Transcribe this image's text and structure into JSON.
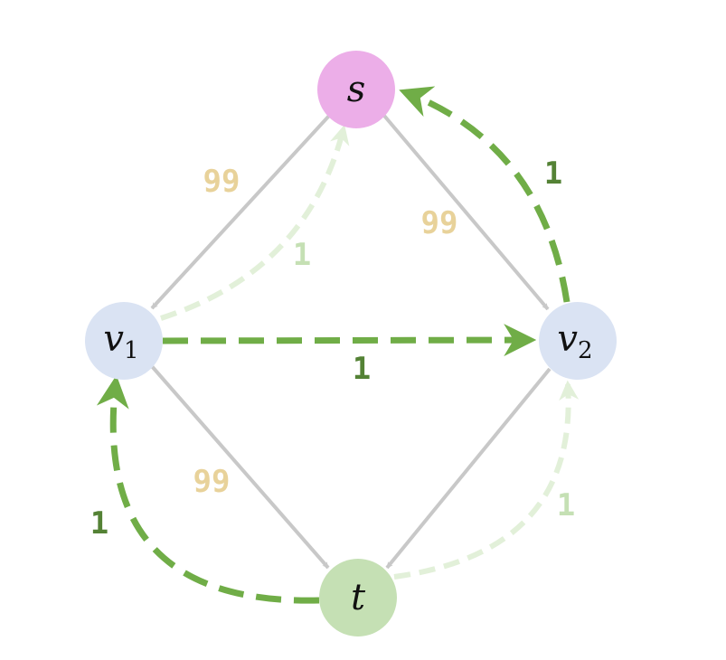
{
  "colors": {
    "s_fill": "#ecaee8",
    "v_fill": "#dae3f3",
    "t_fill": "#c5e0b4",
    "edge_gray": "#c8c8c8",
    "flow_dark": "#70ad47",
    "flow_light": "#e2f0d9",
    "weight_gold": "#e8d29a",
    "weight_dark": "#548235",
    "weight_light": "#c5e0b4"
  },
  "nodes": {
    "s": {
      "name": "s"
    },
    "v1": {
      "name": "v",
      "sub": "1"
    },
    "v2": {
      "name": "v",
      "sub": "2"
    },
    "t": {
      "name": "t"
    }
  },
  "edges": {
    "s_v1": "99",
    "s_v2": "99",
    "v1_t": "99",
    "v2_t": "",
    "v1_v2": "1",
    "v2_s": "1",
    "v1_s": "1",
    "t_v1": "1",
    "t_v2": "1"
  }
}
